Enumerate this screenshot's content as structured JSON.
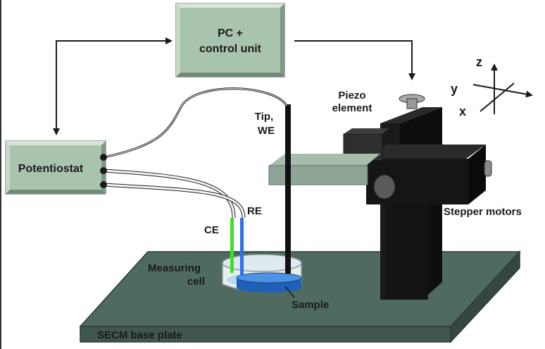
{
  "boxes": {
    "pc_line1": "PC +",
    "pc_line2": "control unit",
    "potentiostat": "Potentiostat"
  },
  "labels": {
    "piezo_line1": "Piezo",
    "piezo_line2": "element",
    "tip_line1": "Tip,",
    "tip_line2": "WE",
    "ce": "CE",
    "re": "RE",
    "cell_line1": "Measuring",
    "cell_line2": "cell",
    "sample": "Sample",
    "stepper": "Stepper motors",
    "base_plate": "SECM base plate"
  },
  "axes": {
    "z": "z",
    "y": "y",
    "x": "x"
  },
  "colors": {
    "box_fill": "#a9c4ae",
    "plate_fill": "#4f6b5f",
    "arm_fill": "#8ea596",
    "ce_green": "#3fe02a",
    "re_blue": "#2f6ff0",
    "sample_blue": "#2f77d8",
    "solution_blue": "#8dd0f0"
  }
}
